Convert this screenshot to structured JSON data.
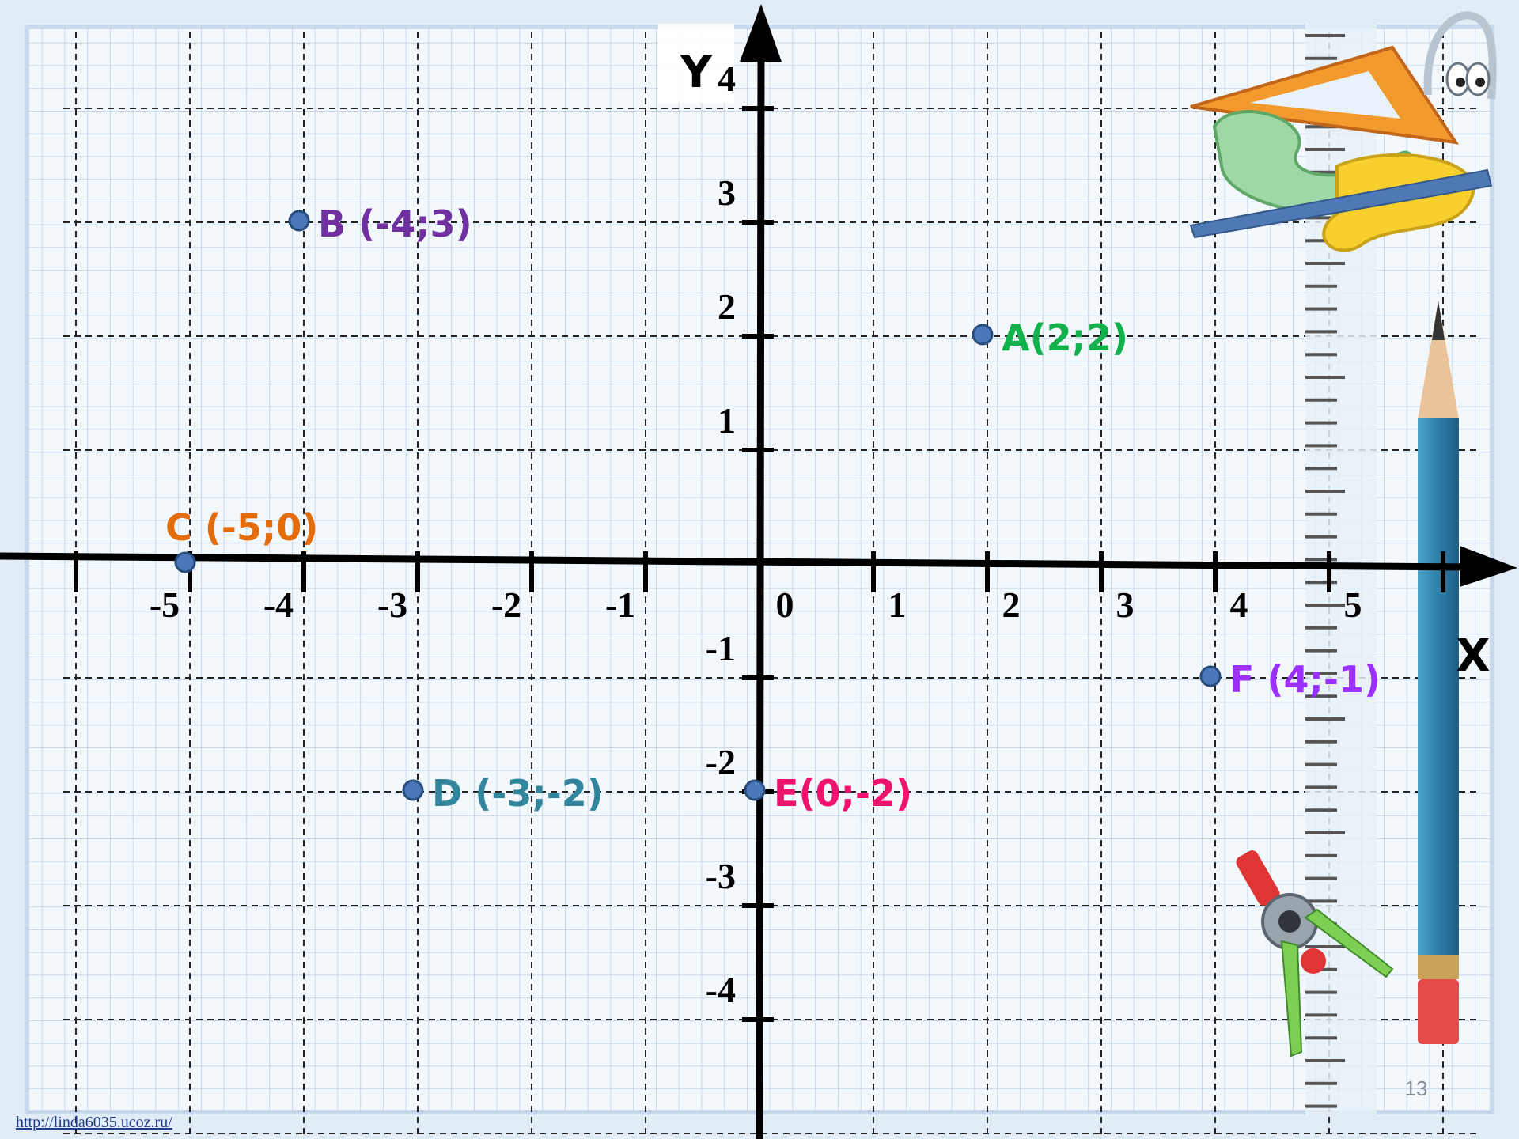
{
  "chart_data": {
    "type": "scatter",
    "x_axis_label": "X",
    "y_axis_label": "Y",
    "xlim": [
      -6,
      6
    ],
    "ylim": [
      -5,
      5
    ],
    "x_ticks": [
      -5,
      -4,
      -3,
      -2,
      -1,
      0,
      1,
      2,
      3,
      4,
      5
    ],
    "y_ticks": [
      -4,
      -3,
      -2,
      -1,
      1,
      2,
      3,
      4
    ],
    "x_tick_labels": [
      "-5",
      "-4",
      "-3",
      "-2",
      "-1",
      "0",
      "1",
      "2",
      "3",
      "4",
      "5"
    ],
    "y_tick_labels": [
      "-4",
      "-3",
      "-2",
      "-1",
      "1",
      "2",
      "3",
      "4"
    ],
    "grid": true,
    "points": [
      {
        "x": 2,
        "y": 2,
        "label": "A(2;2)",
        "color": "#11b14b"
      },
      {
        "x": -4,
        "y": 3,
        "label": "B (-4;3)",
        "color": "#7030a0"
      },
      {
        "x": -5,
        "y": 0,
        "label": "C (-5;0)",
        "color": "#e46c0a"
      },
      {
        "x": -3,
        "y": -2,
        "label": "D (-3;-2)",
        "color": "#31859c"
      },
      {
        "x": 0,
        "y": -2,
        "label": "E(0;-2)",
        "color": "#f0146e"
      },
      {
        "x": 4,
        "y": -1,
        "label": "F (4;-1)",
        "color": "#9b30ff"
      }
    ]
  },
  "slide": {
    "footer_url": "http://linda6035.ucoz.ru/",
    "page_number": "13"
  },
  "colors": {
    "point_fill": "#4a78b8",
    "axis": "#000000",
    "grid_major": "#222222",
    "grid_minor": "#b8cde3",
    "footer_link": "#1f3c8a"
  },
  "decorations": [
    "ruler-icon",
    "set-square-icon",
    "french-curve-icon",
    "pencil-icon",
    "compass-icon",
    "cartoon-face-icon"
  ]
}
